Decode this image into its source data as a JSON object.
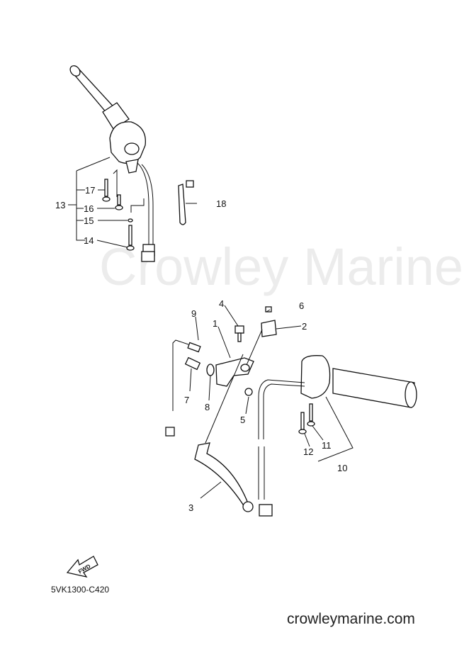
{
  "watermark": "Crowley Marine",
  "diagram_code": "5VK1300-C420",
  "footer_url": "crowleymarine.com",
  "fwd_arrow_label": "FWD",
  "callouts": {
    "c1": "1",
    "c2": "2",
    "c3": "3",
    "c4": "4",
    "c5": "5",
    "c6": "6",
    "c7": "7",
    "c8": "8",
    "c9": "9",
    "c10": "10",
    "c11": "11",
    "c12": "12",
    "c13": "13",
    "c14": "14",
    "c15": "15",
    "c16": "16",
    "c17": "17",
    "c18": "18"
  }
}
